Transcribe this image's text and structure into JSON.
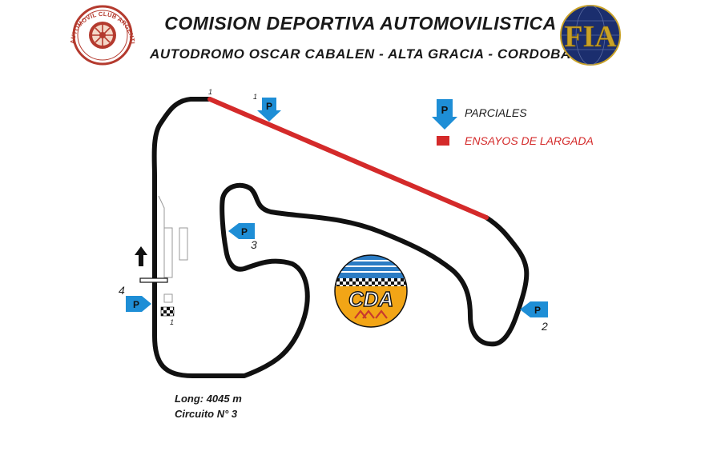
{
  "header": {
    "title": "COMISION DEPORTIVA AUTOMOVILISTICA",
    "subtitle": "AUTODROMO OSCAR CABALEN - ALTA GRACIA - CORDOBA",
    "left_logo_text": "AUTOMOVIL CLUB ARGENTINO",
    "right_logo_text": "FIA"
  },
  "legend": {
    "marker_letter": "P",
    "parciales": "PARCIALES",
    "ensayos": "ENSAYOS DE LARGADA"
  },
  "markers": {
    "start_top": "1",
    "sector_1_top": "1",
    "sector_2": "2",
    "sector_3": "3",
    "sector_4": "4",
    "finish": "1"
  },
  "center_logo": {
    "text": "CDA"
  },
  "info": {
    "length": "Long: 4045 m",
    "circuit": "Circuito N° 3"
  },
  "colors": {
    "track": "#111111",
    "start_practice": "#d42a2a",
    "marker_blue": "#1e8ed6",
    "logo_orange": "#f2a516",
    "logo_blue": "#2b7cc4",
    "fia_gold": "#c9a227",
    "aca_red": "#b43a2e"
  }
}
